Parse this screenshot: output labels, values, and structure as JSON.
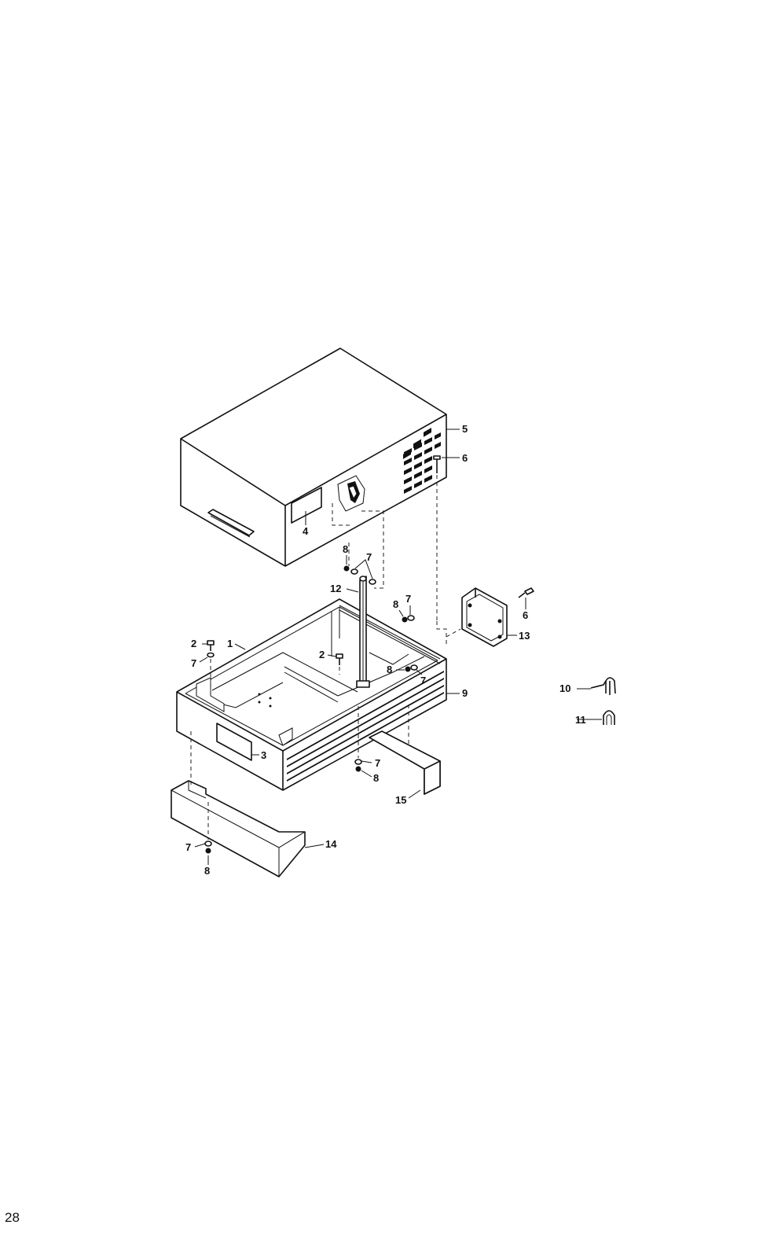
{
  "page_number": "28",
  "callouts": {
    "c1": "1",
    "c2a": "2",
    "c2b": "2",
    "c3": "3",
    "c4": "4",
    "c5": "5",
    "c6a": "6",
    "c6b": "6",
    "c7a": "7",
    "c7b": "7",
    "c7c": "7",
    "c7d": "7",
    "c7e": "7",
    "c8a": "8",
    "c8b": "8",
    "c8c": "8",
    "c8d": "8",
    "c8e": "8",
    "c9": "9",
    "c10": "10",
    "c11": "11",
    "c12": "12",
    "c13": "13",
    "c14": "14",
    "c15": "15"
  }
}
